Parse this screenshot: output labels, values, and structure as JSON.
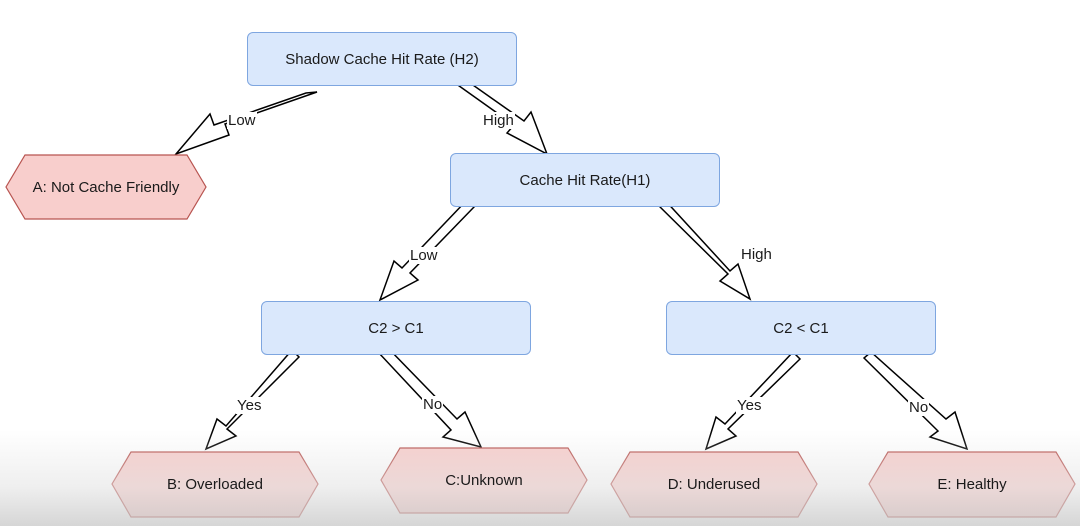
{
  "diagram": {
    "decisions": {
      "h2": "Shadow Cache Hit Rate (H2)",
      "h1": "Cache Hit Rate(H1)",
      "c2_gt_c1": "C2 > C1",
      "c2_lt_c1": "C2  < C1"
    },
    "outcomes": {
      "a": "A: Not Cache Friendly",
      "b": "B: Overloaded",
      "c": "C:Unknown",
      "d": "D: Underused",
      "e": "E: Healthy"
    },
    "edge_labels": {
      "h2_low": "Low",
      "h2_high": "High",
      "h1_low": "Low",
      "h1_high": "High",
      "c2gt_yes": "Yes",
      "c2gt_no": "No",
      "c2lt_yes": "Yes",
      "c2lt_no": "No"
    },
    "colors": {
      "decision_fill": "#dae8fc",
      "decision_stroke": "#7ea6e0",
      "outcome_fill": "#f8cecc",
      "outcome_stroke": "#b85450",
      "arrow_stroke": "#000000",
      "arrow_fill": "#ffffff"
    }
  }
}
